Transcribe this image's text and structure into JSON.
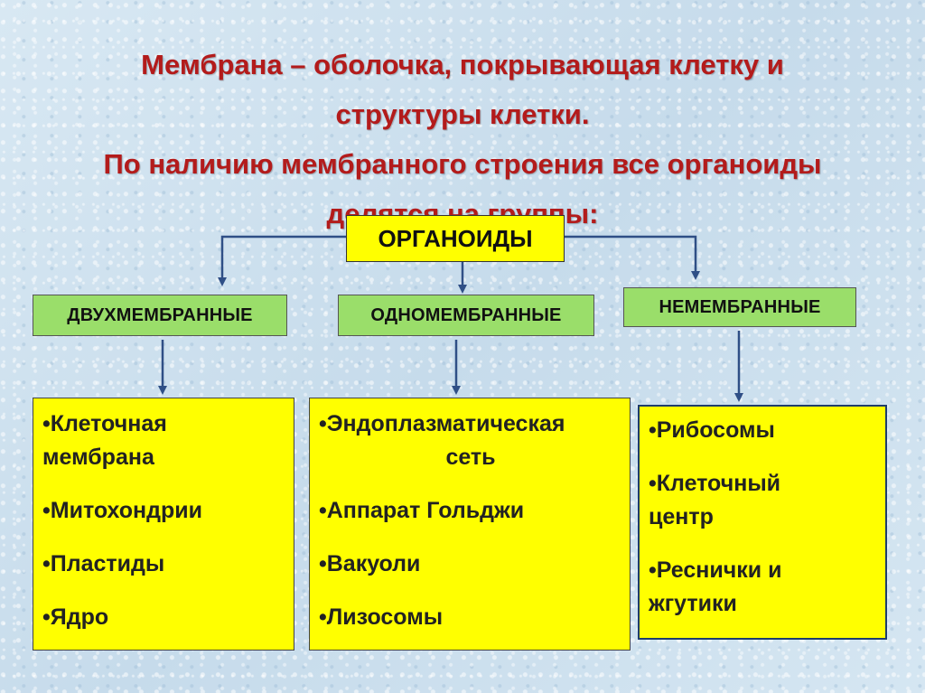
{
  "title": {
    "line1": "Мембрана – оболочка, покрывающая клетку и",
    "line2": "структуры клетки.",
    "line3": "По наличию мембранного строения все органоиды",
    "line4": "делятся на группы:"
  },
  "root": "ОРГАНОИДЫ",
  "categories": {
    "double": "ДВУХМЕМБРАННЫЕ",
    "single": "ОДНОМЕМБРАННЫЕ",
    "none": "НЕМЕМБРАННЫЕ"
  },
  "lists": {
    "double": [
      [
        "•Клеточная",
        "мембрана"
      ],
      [
        "•Митохондрии"
      ],
      [
        "•Пластиды"
      ],
      [
        "•Ядро"
      ]
    ],
    "single": [
      [
        "•Эндоплазматическая",
        "сеть"
      ],
      [
        "•Аппарат Гольджи"
      ],
      [
        "•Вакуоли"
      ],
      [
        "•Лизосомы"
      ]
    ],
    "none": [
      [
        "•Рибосомы"
      ],
      [
        "•Клеточный",
        "центр"
      ],
      [
        "•Реснички и",
        "жгутики"
      ]
    ]
  },
  "colors": {
    "title": "#b31b1b",
    "box_fill": "#ffff00",
    "category_fill": "#9ade6a",
    "connector": "#2f4f86"
  }
}
